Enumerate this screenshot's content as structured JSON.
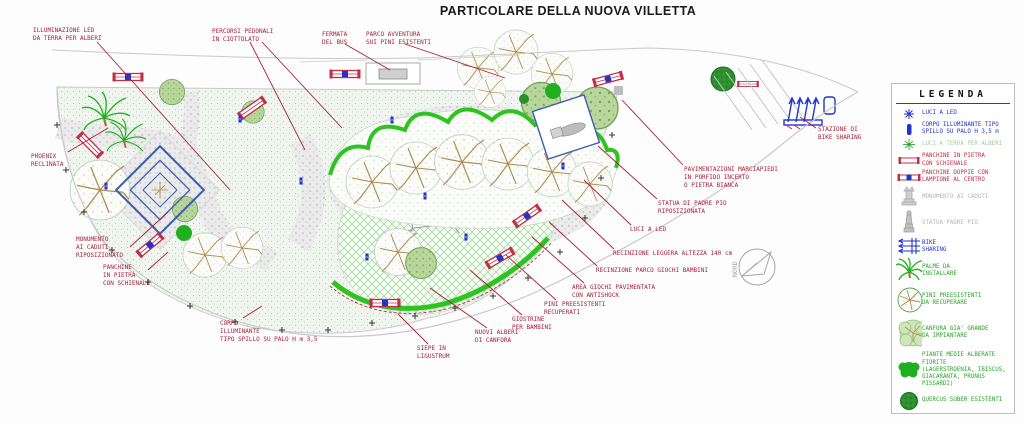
{
  "title": "PARTICOLARE DELLA NUOVA VILLETTA",
  "compass": {
    "label": "NORD"
  },
  "colors": {
    "annotation_red": "#a6203a",
    "cad_blue": "#2233cc",
    "hedge_bright_green": "#2ec41f",
    "foliage_green": "#7aa65c",
    "path_gray": "#c9c9c9",
    "legend_red": "#c03048",
    "legend_gray": "#b5b5b5",
    "legend_green": "#2aa52a"
  },
  "legend": {
    "title": "LEGENDA",
    "items": [
      {
        "icon": "led-light-icon",
        "label": "LUCI A LED"
      },
      {
        "icon": "spillo-lamp-icon",
        "label": "CORPO ILLUMINANTE TIPO\nSPILLO SU PALO H 3,5 m"
      },
      {
        "icon": "ground-light-icon",
        "label": "LUCI A TERRA PER ALBERI"
      },
      {
        "icon": "stone-bench-icon",
        "label": "PANCHINE IN PIETRA\nCON SCHIENALE"
      },
      {
        "icon": "double-bench-icon",
        "label": "PANCHINE DOPPIE CON\nLAMPIONE AL CENTRO"
      },
      {
        "icon": "war-memorial-icon",
        "label": "MONUMENTO AI CADUTI"
      },
      {
        "icon": "padre-pio-statue-icon",
        "label": "STATUA PADRE PIO"
      },
      {
        "icon": "bike-sharing-icon",
        "label": "BIKE\nSHARING"
      },
      {
        "icon": "palm-icon",
        "label": "PALME DA\nINSTALLARE"
      },
      {
        "icon": "pine-icon",
        "label": "PINI PREESISTENTI\nDA RECUPERARE"
      },
      {
        "icon": "camphor-tree-icon",
        "label": "CANFORA GIA' GRANDE\nDA IMPIANTARE"
      },
      {
        "icon": "flowering-tree-icon",
        "label": "PIANTE MEDIE ALBERATE FIORITE\n(LAGERSTROENIA, IBISCUS,\nGIACARANTA, PRUNUS PISSARDI)"
      },
      {
        "icon": "cork-oak-icon",
        "label": "QUERCUS SUBER  ESISTENTI"
      }
    ]
  },
  "annotations": [
    {
      "id": "illuminazione-led",
      "text": "ILLUMINAZIONE LED\nDA TERRA PER ALBERI"
    },
    {
      "id": "percorsi-pedonali",
      "text": "PERCORSI PEDONALI\nIN CIOTTOLATO"
    },
    {
      "id": "fermata-bus",
      "text": "FERMATA\nDEL BUS"
    },
    {
      "id": "parco-avventura",
      "text": "PARCO AVVENTURA\nSUI PINI ESISTENTI"
    },
    {
      "id": "phoenix-reclinata",
      "text": "PHOENIX\nRECLINATA"
    },
    {
      "id": "monumento-caduti",
      "text": "MONUMENTO\nAI CADUTI\nRIPOSIZIONATO"
    },
    {
      "id": "panchine-pietra",
      "text": "PANCHINE\nIN PIETRA\nCON SCHIENALE"
    },
    {
      "id": "corpo-illuminante",
      "text": "CORPO\nILLUMINANTE\nTIPO SPILLO SU PALO H m 3,5"
    },
    {
      "id": "siepe-ligustrum",
      "text": "SIEPE IN\nLIGUSTRUM"
    },
    {
      "id": "nuovi-alberi",
      "text": "NUOVI ALBERI\nDI CANFORA"
    },
    {
      "id": "giostrine",
      "text": "GIOSTRINE\nPER BAMBINI"
    },
    {
      "id": "pini-preesistenti",
      "text": "PINI PREESISTENTI\nRECUPERATI"
    },
    {
      "id": "area-giochi",
      "text": "AREA GIOCHI PAVIMENTATA\nCON ANTISHOCK"
    },
    {
      "id": "recinzione-parco",
      "text": "RECINZIONE PARCO GIOCHI BAMBINI"
    },
    {
      "id": "recinzione-leggera",
      "text": "RECINZIONE LEGGERA ALTEZZA 140 cm"
    },
    {
      "id": "luci-a-led",
      "text": "LUCI A LED"
    },
    {
      "id": "statua-padre-pio",
      "text": "STATUA DI PADRE PIO\nRIPOSIZIONATA"
    },
    {
      "id": "pavimentazioni",
      "text": "PAVIMENTAZIONI MARCIAPIEDI\nIN PORFIDO INCERTO\nO PIETRA BIANCA"
    },
    {
      "id": "stazione-bike",
      "text": "STAZIONE DI\nBIKE SHARING"
    }
  ]
}
